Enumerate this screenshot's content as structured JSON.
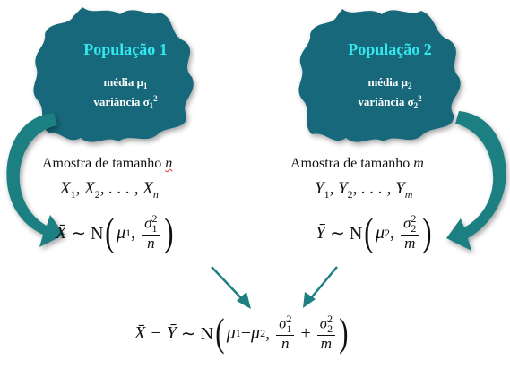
{
  "colors": {
    "blob_fill": "#19677a",
    "blob_title": "#33e8ef",
    "blob_text": "#ffffff",
    "arrow": "#1e7f82"
  },
  "population1": {
    "title": "População 1",
    "mean_label": "média μ",
    "mean_sub": "1",
    "variance_label": "variância σ",
    "variance_sub": "1",
    "variance_sup": "2"
  },
  "population2": {
    "title": "População 2",
    "mean_label": "média μ",
    "mean_sub": "2",
    "variance_label": "variância σ",
    "variance_sub": "2",
    "variance_sup": "2"
  },
  "sample1": {
    "label": "Amostra de tamanho ",
    "size_var": "n",
    "sequence": [
      "X",
      "1",
      ", X",
      "2",
      ", . . . , X",
      "n"
    ]
  },
  "sample2": {
    "label": "Amostra de tamanho ",
    "size_var": "m",
    "sequence": [
      "Y",
      "1",
      ", Y",
      "2",
      ", . . . , Y",
      "m"
    ]
  },
  "dist1": {
    "lhs": "X̄",
    "tilde": "∼ N",
    "mu": "μ",
    "mu_sub": "1",
    "sigma": "σ",
    "sigma_sub": "1",
    "sigma_sup": "2",
    "den": "n"
  },
  "dist2": {
    "lhs": "Ȳ",
    "tilde": "∼ N",
    "mu": "μ",
    "mu_sub": "2",
    "sigma": "σ",
    "sigma_sub": "2",
    "sigma_sup": "2",
    "den": "m"
  },
  "diff": {
    "lhs": "X̄ − Ȳ",
    "tilde": "∼ N",
    "mu_a": "μ",
    "mu_a_sub": "1",
    "minus": " − ",
    "mu_b": "μ",
    "mu_b_sub": "2",
    "s1": "σ",
    "s1_sub": "1",
    "s1_sup": "2",
    "den1": "n",
    "plus": "+",
    "s2": "σ",
    "s2_sub": "2",
    "s2_sup": "2",
    "den2": "m"
  }
}
